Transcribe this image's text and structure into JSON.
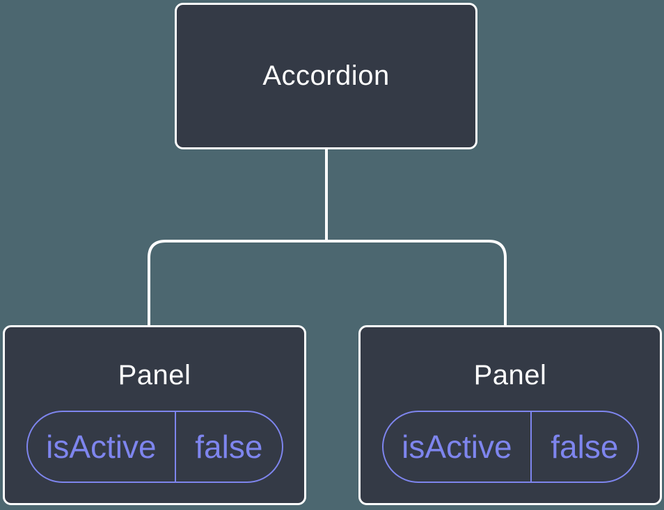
{
  "tree": {
    "root": {
      "label": "Accordion"
    },
    "children": [
      {
        "label": "Panel",
        "state": {
          "key": "isActive",
          "value": "false"
        }
      },
      {
        "label": "Panel",
        "state": {
          "key": "isActive",
          "value": "false"
        }
      }
    ]
  },
  "colors": {
    "background": "#4C6770",
    "node_fill": "#343A46",
    "node_border": "#FFFFFF",
    "connector": "#FFFFFF",
    "state_accent": "#7E85EE",
    "title_text": "#FFFFFF"
  }
}
